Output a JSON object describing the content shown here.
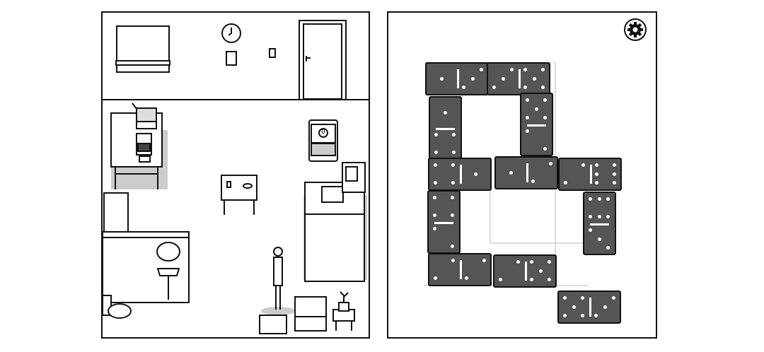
{
  "room": {
    "chair_counter": "0"
  },
  "puzzle": {
    "settings_icon": "gear-icon",
    "dominoes": [
      {
        "orientation": "h",
        "values": [
          1,
          3
        ]
      },
      {
        "orientation": "h",
        "values": [
          3,
          5
        ]
      },
      {
        "orientation": "v",
        "values": [
          1,
          4
        ]
      },
      {
        "orientation": "v",
        "values": [
          5,
          2
        ]
      },
      {
        "orientation": "h",
        "values": [
          4,
          1
        ]
      },
      {
        "orientation": "h",
        "values": [
          1,
          2
        ]
      },
      {
        "orientation": "h",
        "values": [
          2,
          6
        ]
      },
      {
        "orientation": "v",
        "values": [
          4,
          2
        ]
      },
      {
        "orientation": "v",
        "values": [
          6,
          3
        ]
      },
      {
        "orientation": "h",
        "values": [
          2,
          2
        ]
      },
      {
        "orientation": "h",
        "values": [
          2,
          5
        ]
      },
      {
        "orientation": "h",
        "values": [
          5,
          3
        ]
      }
    ]
  }
}
